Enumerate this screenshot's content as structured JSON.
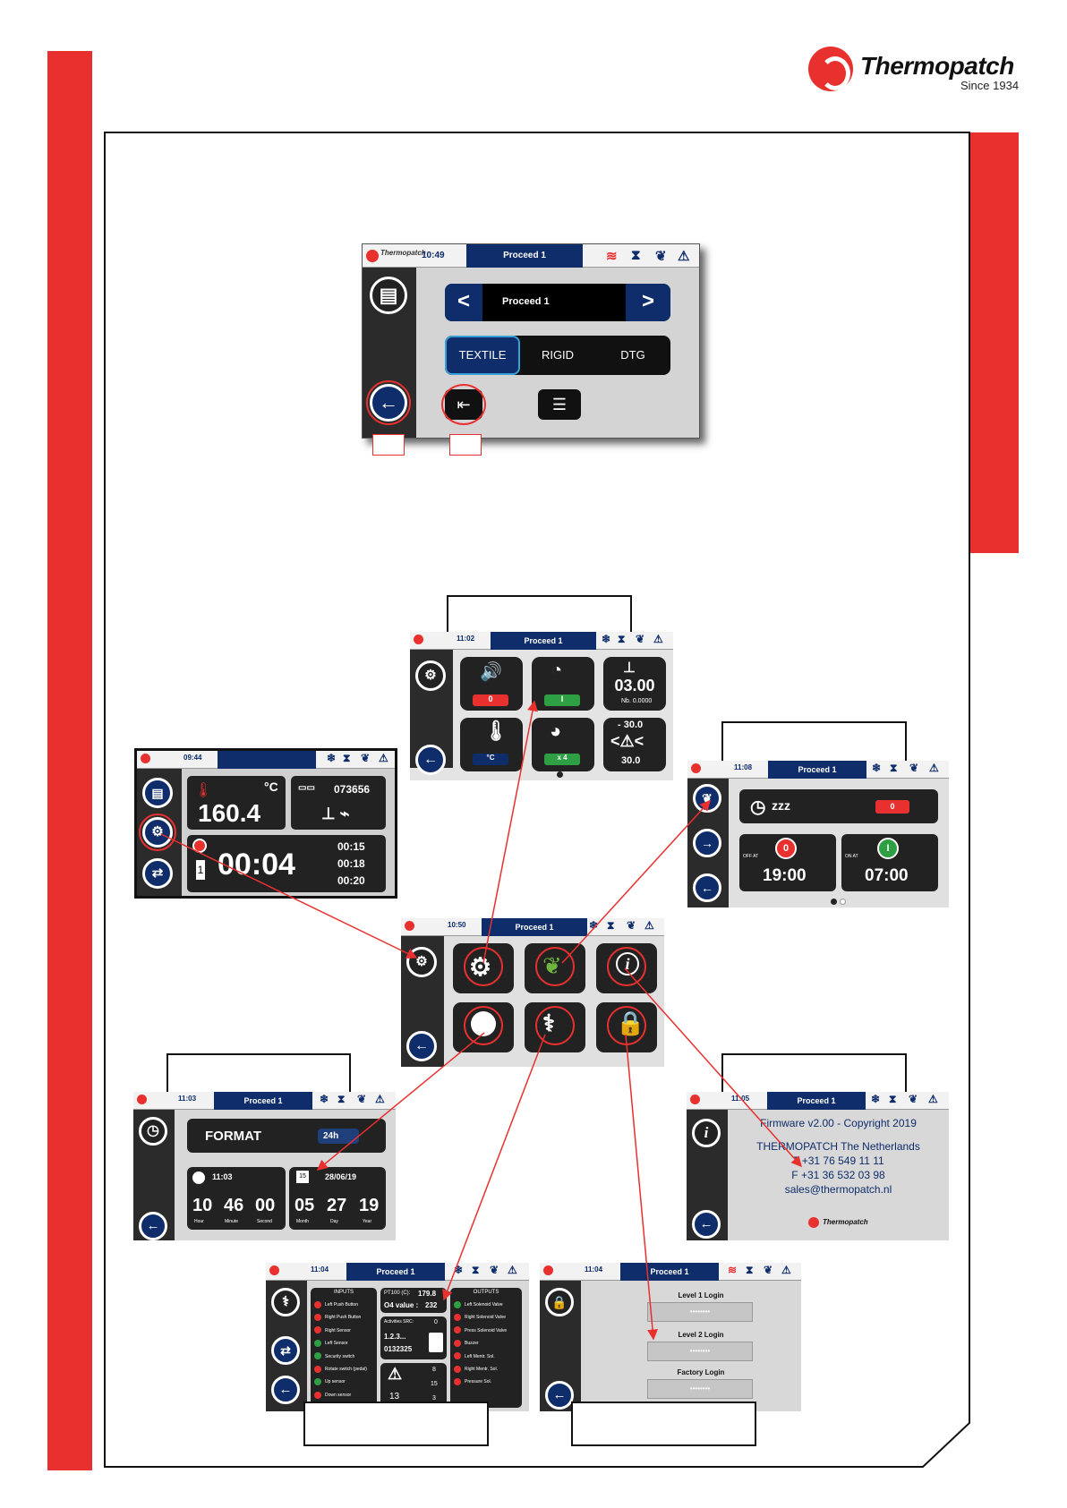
{
  "brand": {
    "name": "Thermopatch",
    "since": "Since 1934"
  },
  "screen_top": {
    "time": "10:49",
    "title": "Proceed 1",
    "selector": {
      "value": "Proceed 1",
      "prev": "<",
      "next": ">"
    },
    "tabs": [
      "TEXTILE",
      "RIGID",
      "DTG"
    ]
  },
  "screen_settings": {
    "time": "11:02",
    "title": "Proceed 1",
    "sound_toggle": "0",
    "clock_toggle": "I",
    "counter": "03.00",
    "counter_sub": "Nb. 0.0000",
    "temp_unit": "°C",
    "press_count": "x 4",
    "limit_top": "- 30.0",
    "limit_bottom": "30.0"
  },
  "screen_status": {
    "time": "09:44",
    "temperature": "160.4",
    "temp_unit": "°C",
    "cycle_count": "073656",
    "timer": "00:04",
    "profile": "1",
    "times": [
      "00:15",
      "00:18",
      "00:20"
    ]
  },
  "screen_eco": {
    "time": "11:08",
    "title": "Proceed 1",
    "sleep_label": "zzz",
    "sleep_toggle": "0",
    "off_label": "0",
    "off_time": "19:00",
    "on_label": "I",
    "on_time": "07:00",
    "off_caption": "OFF AT",
    "on_caption": "ON AT"
  },
  "screen_menu": {
    "time": "10:50",
    "title": "Proceed 1"
  },
  "screen_clock": {
    "time": "11:03",
    "title": "Proceed 1",
    "format_label": "FORMAT",
    "format_value": "24h",
    "clock_time": "11:03",
    "date_day_icon": "15",
    "date": "28/06/19",
    "h": "10",
    "m": "46",
    "s": "00",
    "h_label": "Hour",
    "m_label": "Minute",
    "s_label": "Second",
    "month": "05",
    "day": "27",
    "year": "19",
    "month_label": "Month",
    "day_label": "Day",
    "year_label": "Year"
  },
  "screen_info": {
    "time": "11:05",
    "title": "Proceed 1",
    "lines": [
      "Firmware v2.00 - Copyright 2019",
      "THERMOPATCH The Netherlands",
      "T +31 76 549 11 11",
      "F +31 36 532 03 98",
      "sales@thermopatch.nl"
    ]
  },
  "screen_diag": {
    "time": "11:04",
    "title": "Proceed 1",
    "inputs_header": "INPUTS",
    "outputs_header": "OUTPUTS",
    "inputs": [
      "Left Push Button",
      "Right Push Button",
      "Right Sensor",
      "Left Sensor",
      "Security switch",
      "Rotate switch (pedal)",
      "Up sensor",
      "Down sensor"
    ],
    "outputs": [
      "Left Solenoid Valve",
      "Right Solenoid Valve",
      "Press Solenoid Valve",
      "Buzzer",
      "Left Mentr. Sol.",
      "Right Mentr. Sol.",
      "Pressure Sol."
    ],
    "ptc_label": "PT100 (C):",
    "ptc_value": "179.8",
    "o4_label": "O4 value :",
    "o4_value": "232",
    "act_label": "Activities SRC:",
    "act_value": "0",
    "ver": "1.2.3...",
    "serial": "0132325",
    "alert_count": "13",
    "p_vals": [
      "8",
      "15",
      "3"
    ]
  },
  "screen_login": {
    "time": "11:04",
    "title": "Proceed 1",
    "levels": [
      "Level 1 Login",
      "Level 2 Login",
      "Factory Login"
    ],
    "mask": "••••••••"
  }
}
